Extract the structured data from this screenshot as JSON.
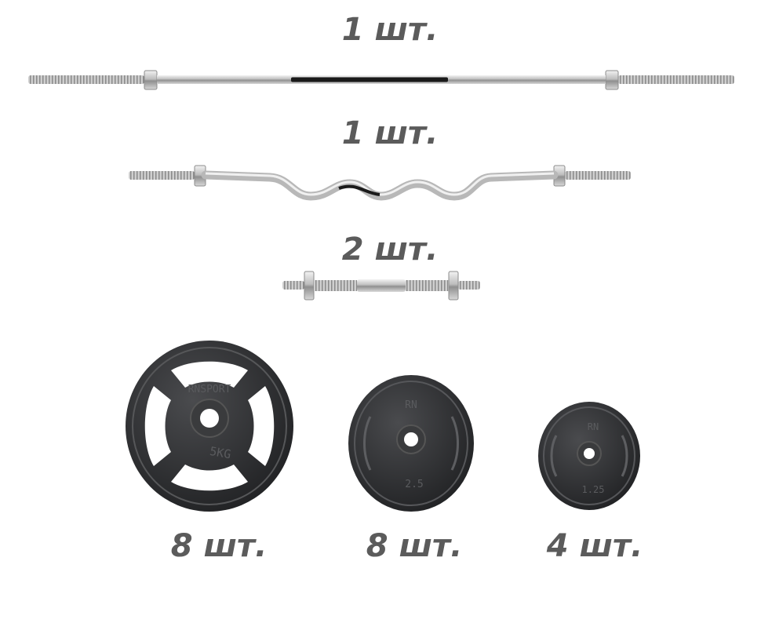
{
  "items": {
    "straight_bar": {
      "qty": "1 шт."
    },
    "ez_bar": {
      "qty": "1 шт."
    },
    "dumbbell_handle": {
      "qty": "2 шт."
    },
    "plate_5kg": {
      "qty": "8 шт.",
      "brand": "RNSPORT",
      "weight": "5KG"
    },
    "plate_2_5": {
      "qty": "8 шт.",
      "brand": "RN",
      "weight": "2.5"
    },
    "plate_1_25": {
      "qty": "4 шт.",
      "brand": "RN",
      "weight": "1.25"
    }
  },
  "colors": {
    "qty_text": "#5b5b5b",
    "chrome": "#c9c9c9",
    "plate": "#2e2f31"
  }
}
